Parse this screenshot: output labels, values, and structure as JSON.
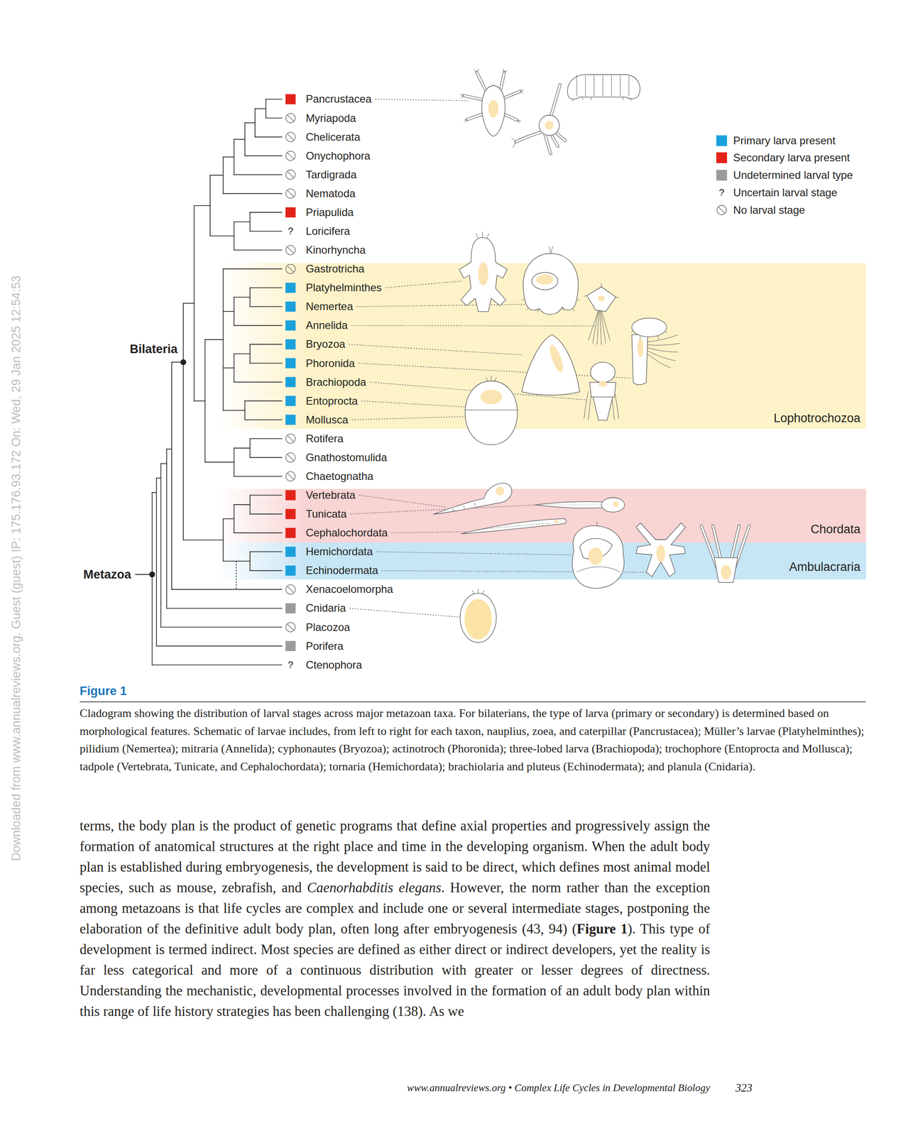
{
  "diagram": {
    "title": "Figure 1",
    "caption": "Cladogram showing the distribution of larval stages across major metazoan taxa. For bilaterians, the type of larva (primary or secondary) is determined based on morphological features. Schematic of larvae includes, from left to right for each taxon, nauplius, zoea, and caterpillar (Pancrustacea); Müller’s larvae (Platyhelminthes); pilidium (Nemertea); mitraria (Annelida); cyphonautes (Bryozoa); actinotroch (Phoronida); three-lobed larva (Brachiopoda); trochophore (Entoprocta and Mollusca); tadpole (Vertebrata, Tunicate, and Cephalochordata); tornaria (Hemichordata); brachiolaria and pluteus (Echinodermata); and planula (Cnidaria).",
    "nodes": [
      {
        "text": [
          "Lophotrochozoa"
        ]
      },
      {
        "text": [
          "Chordata"
        ]
      },
      {
        "text": [
          "Ambulacraria"
        ]
      }
    ],
    "labels": [
      "Pancrustacea",
      "Myriapoda",
      "Chelicerata",
      "Onychophora",
      "Tardigrada",
      "Nematoda",
      "Priapulida",
      "Loricifera",
      "Kinorhyncha",
      "Gastrotricha",
      "Platyhelminthes",
      "Nemertea",
      "Annelida",
      "Bryozoa",
      "Phoronida",
      "Brachiopoda",
      "Entoprocta",
      "Mollusca",
      "Rotifera",
      "Gnathostomulida",
      "Chaetognatha",
      "Vertebrata",
      "Tunicata",
      "Cephalochordata",
      "Hemichordata",
      "Echinodermata",
      "Xenacoelomorpha",
      "Cnidaria",
      "Placozoa",
      "Porifera",
      "Ctenophora",
      "?",
      "?",
      "?",
      "Bilateria",
      "Metazoa",
      "terms, the body plan is the product of genetic programs that define axial properties and progressively assign the formation of anatomical structures at the right place and time in the developing organism. When the adult body plan is established during embryogenesis, the development is said to be direct, which defines most animal model species, such as mouse, zebrafish, and",
      "Caenorhabditis elegans",
      ". However, the norm rather than the exception among metazoans is that life cycles are complex and include one or several intermediate stages, postponing the elaboration of the definitive adult body plan, often long after embryogenesis (43, 94) (",
      "Figure 1",
      "). This type of development is termed indirect. Most species are defined as either direct or indirect developers, yet the reality is far less categorical and more of a continuous distribution with greater or lesser degrees of directness. Understanding the mechanistic, developmental processes involved in the formation of an adult body plan within this range of life history strategies has been challenging (138). As we",
      "www.annualreviews.org • Complex Life Cycles in Developmental Biology",
      "323",
      "Downloaded from www.annualreviews.org. Guest (guest) IP: 175.176.93.172 On: Wed, 29 Jan 2025 12:54:53"
    ],
    "legend": [
      {
        "text": "Primary larva present",
        "color": "#1aa1dc"
      },
      {
        "text": "Secondary larva present",
        "color": "#e2231a"
      },
      {
        "text": "Undetermined larval type",
        "color": "#9b9b9b"
      },
      {
        "text": "Uncertain larval stage"
      },
      {
        "text": "No larval stage"
      }
    ]
  }
}
